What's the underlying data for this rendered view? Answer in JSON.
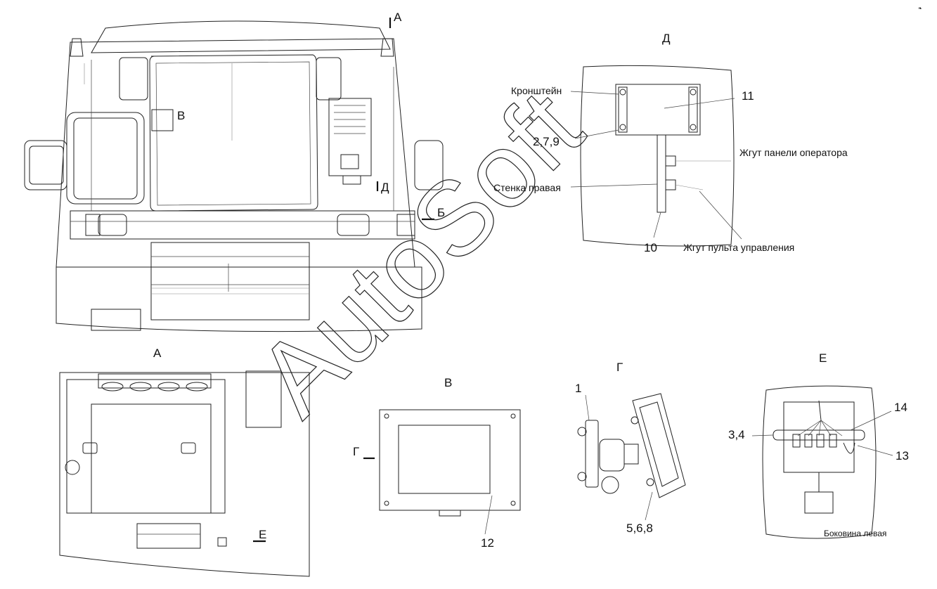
{
  "views": {
    "main": {
      "callout_a": "А",
      "callout_v": "В",
      "callout_d": "Д",
      "callout_b": "Б"
    },
    "A": {
      "title": "А",
      "callout_e": "Е"
    },
    "V": {
      "title": "В",
      "callout_g": "Г",
      "part_12": "12"
    },
    "G": {
      "title": "Г",
      "part_1": "1",
      "parts_5_6_8": "5,6,8"
    },
    "E": {
      "title": "Е",
      "parts_3_4": "3,4",
      "part_14": "14",
      "part_13": "13",
      "label_bokovina": "Боковина левая"
    },
    "D": {
      "title": "Д",
      "label_kronshtein": "Кронштейн",
      "part_11": "11",
      "parts_2_7_9": "2,7,9",
      "label_zhgut_paneli": "Жгут панели оператора",
      "label_stenka": "Стенка правая",
      "part_10": "10",
      "label_zhgut_pulta": "Жгут пульта управления"
    }
  },
  "watermark": "AutoSoft"
}
